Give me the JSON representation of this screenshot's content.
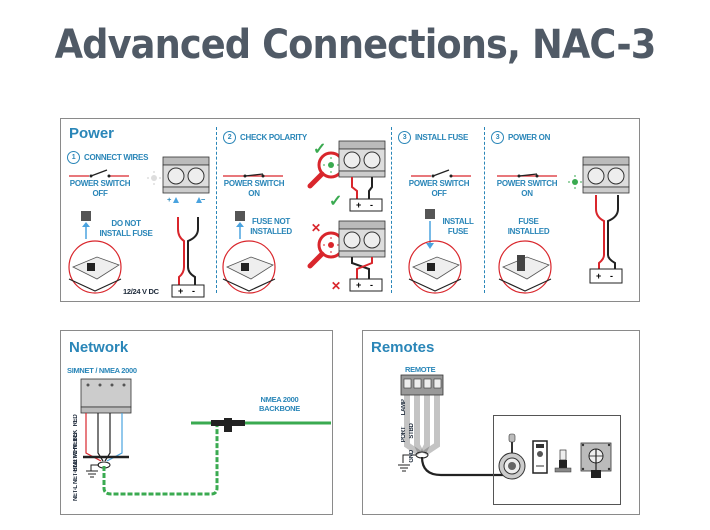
{
  "title": "Advanced Connections, NAC-3",
  "power": {
    "heading": "Power",
    "steps": [
      {
        "num": "1",
        "label": "CONNECT WIRES",
        "switch": "POWER SWITCH\nOFF",
        "fuse": "DO NOT\nINSTALL FUSE",
        "supply": "12/24 V DC"
      },
      {
        "num": "2",
        "label": "CHECK POLARITY",
        "switch": "POWER SWITCH\nON",
        "fuse": "FUSE NOT\nINSTALLED"
      },
      {
        "num": "3",
        "label": "INSTALL FUSE",
        "switch": "POWER SWITCH\nOFF",
        "fuse": "INSTALL\nFUSE"
      },
      {
        "num": "3",
        "label": "POWER ON",
        "switch": "POWER SWITCH\nON",
        "fuse": "FUSE\nINSTALLED"
      }
    ],
    "plus": "+",
    "minus": "−",
    "check": "✓",
    "cross": "✕"
  },
  "network": {
    "heading": "Network",
    "connector_label": "SIMNET / NMEA 2000",
    "wires_top": [
      "RED",
      "BLK",
      "WHT",
      "BLU"
    ],
    "wires_bottom": [
      "NET-S",
      "NET-C",
      "NET-H",
      "NET-L"
    ],
    "backbone_label": "NMEA 2000\nBACKBONE",
    "colors": {
      "backbone": "#3aaa50",
      "red": "#d9262c",
      "blue": "#4aa3df"
    }
  },
  "remotes": {
    "heading": "Remotes",
    "connector_label": "REMOTE",
    "wires_top": [
      "LAMP",
      "PORT"
    ],
    "wires_bottom": [
      "STBD",
      "GND"
    ],
    "devices": [
      "joystick-remote",
      "handheld-remote",
      "tiller-lever",
      "steering-lever-remote"
    ]
  }
}
